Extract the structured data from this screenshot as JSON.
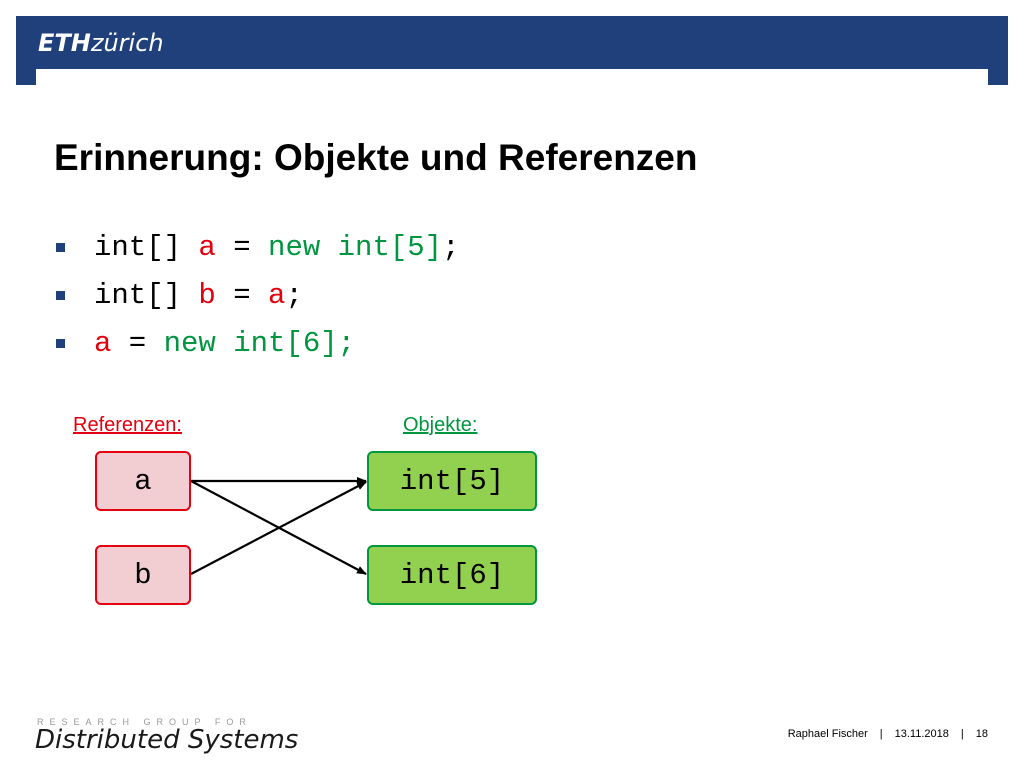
{
  "header": {
    "logo_eth": "ETH",
    "logo_zurich": "zürich",
    "bar_color": "#1f407a"
  },
  "title": "Erinnerung: Objekte und Referenzen",
  "code_lines": [
    [
      {
        "text": "int[] ",
        "color": "black"
      },
      {
        "text": "a",
        "color": "red"
      },
      {
        "text": " = ",
        "color": "black"
      },
      {
        "text": "new int[5]",
        "color": "green"
      },
      {
        "text": ";",
        "color": "black"
      }
    ],
    [
      {
        "text": "int[] ",
        "color": "black"
      },
      {
        "text": "b",
        "color": "red"
      },
      {
        "text": " = ",
        "color": "black"
      },
      {
        "text": "a",
        "color": "red"
      },
      {
        "text": ";",
        "color": "black"
      }
    ],
    [
      {
        "text": "a",
        "color": "red"
      },
      {
        "text": " = ",
        "color": "black"
      },
      {
        "text": "new int[6];",
        "color": "green"
      }
    ]
  ],
  "diagram": {
    "references_heading": "Referenzen:",
    "objects_heading": "Objekte:",
    "references": [
      "a",
      "b"
    ],
    "objects": [
      "int[5]",
      "int[6]"
    ],
    "arrows": [
      {
        "from": "a",
        "to": "int[5]"
      },
      {
        "from": "a",
        "to": "int[6]"
      },
      {
        "from": "b",
        "to": "int[5]"
      }
    ],
    "colors": {
      "reference_fill": "#f2cdd1",
      "reference_border": "#e3000f",
      "object_fill": "#92d050",
      "object_border": "#00953f"
    }
  },
  "footer": {
    "research_group": "RESEARCH GROUP FOR",
    "group_name": "Distributed Systems",
    "author": "Raphael Fischer",
    "date": "13.11.2018",
    "page": "18",
    "separator": "|"
  }
}
